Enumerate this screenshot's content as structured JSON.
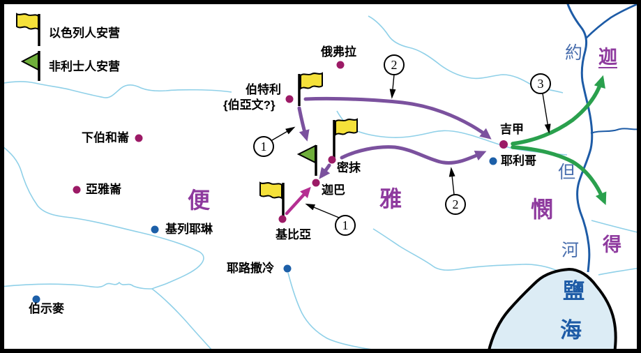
{
  "legend": {
    "israel_camp": "以色列人安营",
    "philistine_camp": "非利士人安营"
  },
  "places": {
    "ophrah": "俄弗拉",
    "bethel": "伯特利",
    "bethaven": "{伯亞文?}",
    "lower_beth_horon": "下伯和崙",
    "aijalon": "亞雅崙",
    "kiriath_jearim": "基列耶琳",
    "jerusalem": "耶路撒冷",
    "beth_shemesh": "伯示麥",
    "gibeah": "基比亞",
    "geba": "迦巴",
    "michmash": "密抹",
    "gilgal": "吉甲",
    "jericho": "耶利哥"
  },
  "regions": {
    "benjamin_1": "便",
    "benjamin_2": "雅",
    "benjamin_3": "憫",
    "gad_1": "迦",
    "gad_2": "得"
  },
  "water": {
    "jordan_1": "約",
    "jordan_2": "但",
    "jordan_3": "河",
    "salt_sea_1": "鹽",
    "salt_sea_2": "海"
  },
  "route_markers": {
    "one": "1",
    "two": "2",
    "three": "3"
  },
  "colors": {
    "israel_flag_yellow": "#f5e13a",
    "philistine_flag_green": "#6fae3b",
    "route_purple": "#7b519e",
    "attack_magenta": "#b52e92",
    "flee_green": "#2aa04d",
    "city_dot_magenta": "#9c1a66",
    "city_dot_blue": "#1c5fa8",
    "stream_blue": "#8fd0e8",
    "jordan_blue": "#1d5ba6",
    "sea_fill": "#dcecf5",
    "region_text_purple": "#8e3a9e",
    "river_text_blue": "#4a6fae",
    "sea_text_blue": "#1d5ba6"
  }
}
